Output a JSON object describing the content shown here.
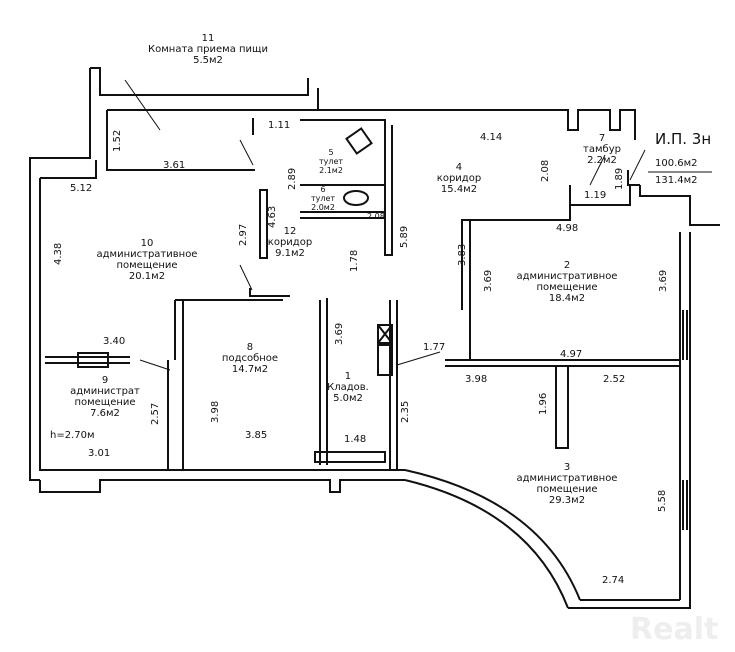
{
  "summary": {
    "title": "И.П. 3н",
    "area_living": "100.6м2",
    "area_total": "131.4м2"
  },
  "rooms": [
    {
      "num": "1",
      "name": "Кладов.",
      "area": "5.0м2"
    },
    {
      "num": "2",
      "name": "административное помещение",
      "area": "18.4м2"
    },
    {
      "num": "3",
      "name": "административное помещение",
      "area": "29.3м2"
    },
    {
      "num": "4",
      "name": "коридор",
      "area": "15.4м2"
    },
    {
      "num": "5",
      "name": "тулет",
      "area": "2.1м2"
    },
    {
      "num": "6",
      "name": "тулет",
      "area": "2.0м2"
    },
    {
      "num": "7",
      "name": "тамбур",
      "area": "2.2м2"
    },
    {
      "num": "8",
      "name": "подсобное",
      "area": "14.7м2"
    },
    {
      "num": "9",
      "name": "администрат помещение",
      "area": "7.6м2"
    },
    {
      "num": "10",
      "name": "административное помещение",
      "area": "20.1м2"
    },
    {
      "num": "11",
      "name": "Комната приема пищи",
      "area": "5.5м2"
    },
    {
      "num": "12",
      "name": "коридор",
      "area": "9.1м2"
    }
  ],
  "ceiling_height": "h=2.70м",
  "dimensions": [
    "1.52",
    "3.61",
    "1.11",
    "5.12",
    "4.38",
    "2.97",
    "4.63",
    "2.89",
    "2.08",
    "5.89",
    "1.78",
    "4.14",
    "2.08",
    "1.19",
    "1.89",
    "4.98",
    "3.83",
    "3.69",
    "3.69",
    "4.97",
    "3.98",
    "2.52",
    "1.96",
    "5.58",
    "2.74",
    "1.77",
    "3.69",
    "2.35",
    "1.48",
    "3.85",
    "3.98",
    "2.57",
    "3.40",
    "3.01"
  ],
  "watermark": "Realt"
}
